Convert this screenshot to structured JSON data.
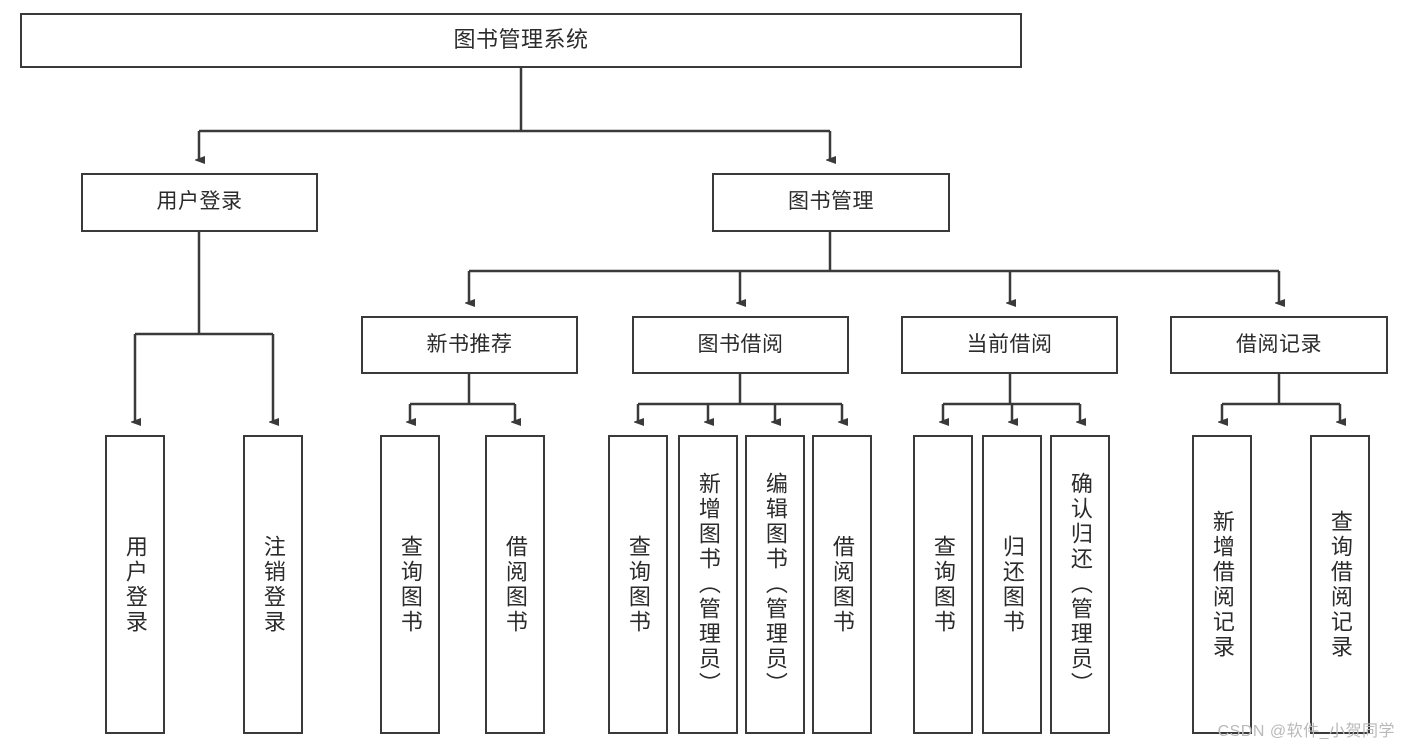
{
  "diagram": {
    "title": "图书管理系统",
    "watermark": "CSDN @软件_小贺同学",
    "colors": {
      "stroke": "#3a3a3a",
      "fill": "#ffffff",
      "text": "#2b2b2b",
      "watermark": "#b9b9b9"
    },
    "levels": {
      "root": {
        "label": "图书管理系统"
      },
      "level2": [
        {
          "label": "用户登录"
        },
        {
          "label": "图书管理"
        }
      ],
      "level3": [
        {
          "label": "新书推荐"
        },
        {
          "label": "图书借阅"
        },
        {
          "label": "当前借阅"
        },
        {
          "label": "借阅记录"
        }
      ],
      "leaves": {
        "user_login": [
          {
            "label": "用户登录"
          },
          {
            "label": "注销登录"
          }
        ],
        "new_book_recommend": [
          {
            "label": "查询图书"
          },
          {
            "label": "借阅图书"
          }
        ],
        "book_borrow": [
          {
            "label": "查询图书"
          },
          {
            "label": "新增图书（管理员）"
          },
          {
            "label": "编辑图书（管理员）"
          },
          {
            "label": "借阅图书"
          }
        ],
        "current_borrow": [
          {
            "label": "查询图书"
          },
          {
            "label": "归还图书"
          },
          {
            "label": "确认归还（管理员）"
          }
        ],
        "borrow_record": [
          {
            "label": "新增借阅记录"
          },
          {
            "label": "查询借阅记录"
          }
        ]
      }
    }
  }
}
